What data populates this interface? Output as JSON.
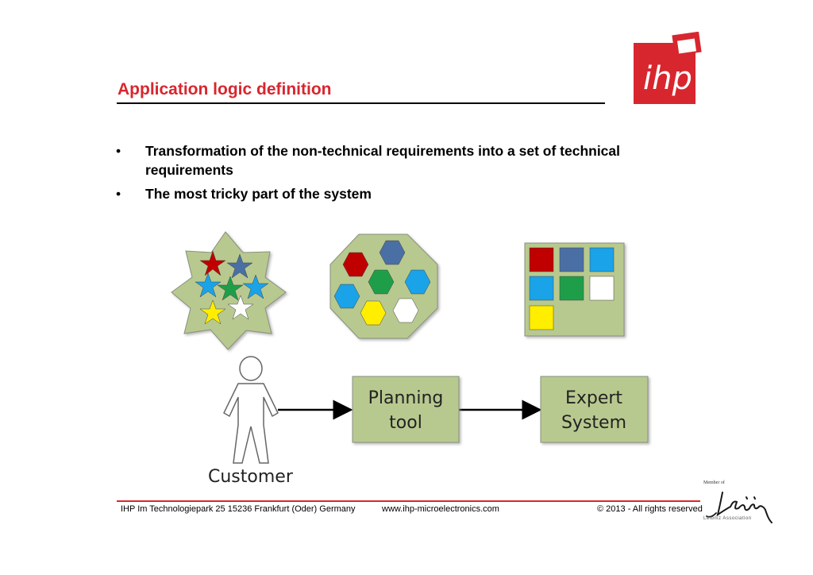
{
  "slide": {
    "title": "Application logic definition",
    "bullets": [
      "Transformation of the non-technical requirements into a set of technical requirements",
      "The most tricky part of the system"
    ]
  },
  "logo": {
    "text": "ihp",
    "color": "#d8262e"
  },
  "diagram": {
    "customer_label": "Customer",
    "planning_label_line1": "Planning",
    "planning_label_line2": "tool",
    "expert_label_line1": "Expert",
    "expert_label_line2": "System",
    "box_fill": "#b8c98f"
  },
  "footer": {
    "address": "IHP  Im Technologiepark 25  15236 Frankfurt (Oder) Germany",
    "url": "www.ihp-microelectronics.com",
    "copyright": "© 2013 - All rights reserved"
  },
  "leibniz": {
    "member_of": "Member of",
    "signature": "Leibniz",
    "association": "Leibniz Association"
  }
}
